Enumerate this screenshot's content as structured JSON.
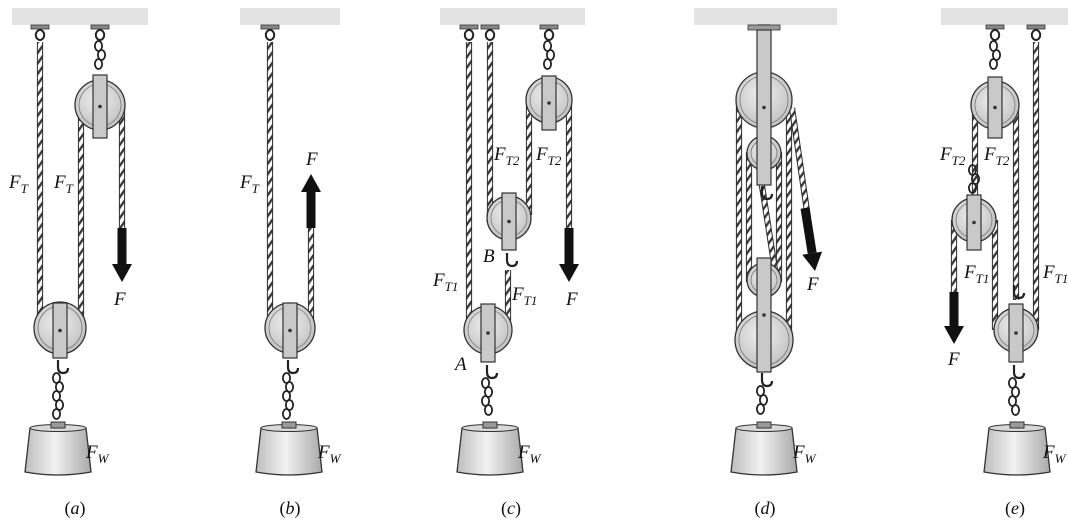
{
  "figure": {
    "subfigures": [
      {
        "id": "a",
        "caption": "(a)",
        "labels": {
          "ft_left": "F_T",
          "ft_right": "F_T",
          "force": "F",
          "weight": "F_W"
        }
      },
      {
        "id": "b",
        "caption": "(b)",
        "labels": {
          "ft": "F_T",
          "force": "F",
          "weight": "F_W"
        }
      },
      {
        "id": "c",
        "caption": "(c)",
        "labels": {
          "ft2_left": "F_T2",
          "ft2_right": "F_T2",
          "ft1_left": "F_T1",
          "ft1_right": "F_T1",
          "pulley_b": "B",
          "pulley_a": "A",
          "force": "F",
          "weight": "F_W"
        }
      },
      {
        "id": "d",
        "caption": "(d)",
        "labels": {
          "force": "F",
          "weight": "F_W"
        }
      },
      {
        "id": "e",
        "caption": "(e)",
        "labels": {
          "ft2_left": "F_T2",
          "ft2_right": "F_T2",
          "ft1_left": "F_T1",
          "ft1_right": "F_T1",
          "force": "F",
          "weight": "F_W"
        }
      }
    ]
  },
  "colors": {
    "ceiling": "#e3e3e3",
    "pulley": "#dcdcdc",
    "block": "#c9c9c9",
    "rope": "#444444",
    "arrow": "#111111"
  }
}
